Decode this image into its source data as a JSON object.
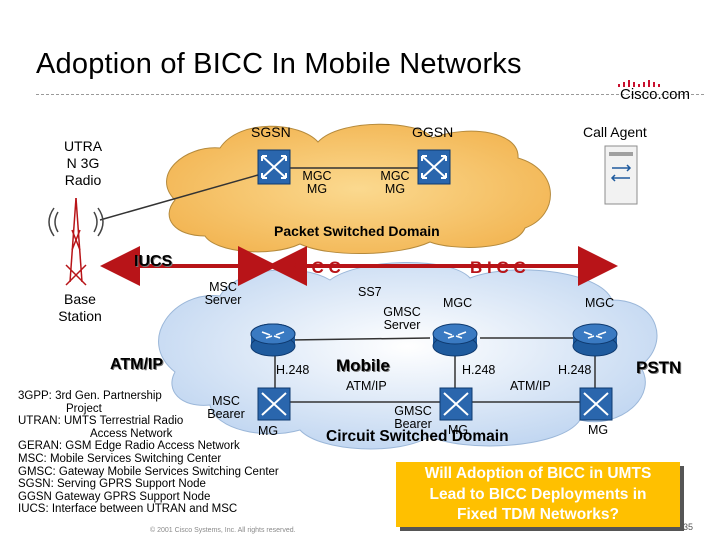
{
  "slide": {
    "title": "Adoption of BICC In Mobile Networks",
    "logo": "Cisco.com",
    "footer_left": "",
    "footer_center": "© 2001 Cisco Systems, Inc. All rights reserved.",
    "page_number": "35"
  },
  "diagram": {
    "sgsn": "SGSN",
    "ggsn": "GGSN",
    "call_agent": "Call Agent",
    "utra_line1": "UTRA",
    "utra_line2": "N 3G",
    "utra_line3": "Radio",
    "mgc_mg_1_line1": "MGC",
    "mgc_mg_1_line2": "MG",
    "mgc_mg_2_line1": "MGC",
    "mgc_mg_2_line2": "MG",
    "packet_domain": "Packet Switched Domain",
    "iucs": "IUCS",
    "bicc_left": "B I C C",
    "bicc_right": "B I C C",
    "msc_server_line1": "MSC",
    "msc_server_line2": "Server",
    "ss7": "SS7",
    "gmsc_server_line1": "GMSC",
    "gmsc_server_line2": "Server",
    "mgc_center": "MGC",
    "mgc_right": "MGC",
    "base_station_line1": "Base",
    "base_station_line2": "Station",
    "atm_ip_left": "ATM/IP",
    "h248_left": "H.248",
    "mobile": "Mobile",
    "h248_center": "H.248",
    "h248_right": "H.248",
    "pstn": "PSTN",
    "atm_ip_center": "ATM/IP",
    "atm_ip_right": "ATM/IP",
    "msc_bearer_line1": "MSC",
    "msc_bearer_line2": "Bearer",
    "mg_left": "MG",
    "gmsc_bearer_line1": "GMSC",
    "gmsc_bearer_line2": "Bearer",
    "mg_center": "MG",
    "circuit_domain": "Circuit Switched Domain",
    "mg_right": "MG"
  },
  "legend": {
    "line1": "3GPP: 3rd Gen. Partnership",
    "line2": "Project",
    "line3": "UTRAN: UMTS Terrestrial Radio",
    "line4": "Access Network",
    "line5": "GERAN: GSM Edge Radio Access Network",
    "line6": "MSC: Mobile Services Switching Center",
    "line7": "GMSC: Gateway Mobile Services Switching Center",
    "line8": "SGSN: Serving GPRS Support Node",
    "line9": "GGSN Gateway GPRS Support Node",
    "line10": "IUCS: Interface between UTRAN and MSC"
  },
  "callout": {
    "line1": "Will Adoption of BICC in UMTS",
    "line2": "Lead to BICC Deployments in",
    "line3": "Fixed TDM Networks?"
  },
  "colors": {
    "packet_cloud": "#f7c66b",
    "circuit_cloud": "#cfe1f7",
    "device_blue": "#1f5b9e",
    "bicc_arrow": "#b81418",
    "callout": "#ffc000"
  }
}
